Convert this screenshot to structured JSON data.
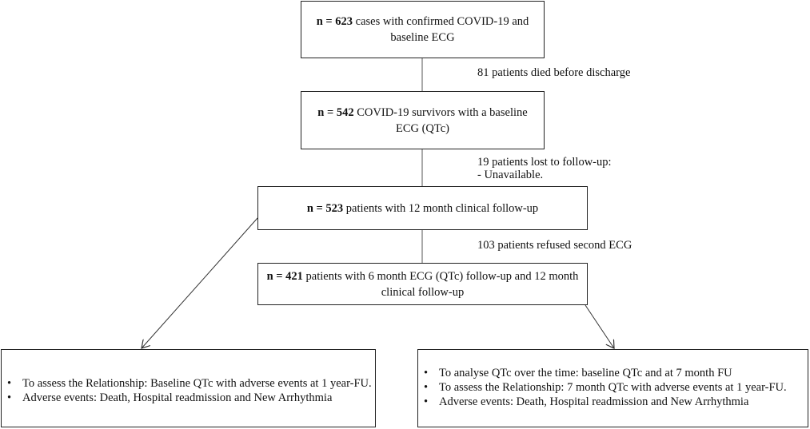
{
  "boxes": [
    {
      "n_label": "n = 623",
      "text": "cases with confirmed COVID-19 and baseline ECG"
    },
    {
      "n_label": "n = 542",
      "text": "COVID-19 survivors with a baseline ECG (QTc)"
    },
    {
      "n_label": "n = 523",
      "text": "patients with 12 month clinical follow-up"
    },
    {
      "n_label": "n = 421",
      "text": "patients with 6 month ECG (QTc) follow-up and 12 month clinical follow-up"
    }
  ],
  "notes": {
    "died": "81 patients died before discharge",
    "lost": "19 patients lost to follow-up:",
    "lost_detail": "-   Unavailable.",
    "refused": "103 patients refused second ECG"
  },
  "left_box": {
    "items": [
      "To assess the Relationship: Baseline QTc with adverse events at 1 year-FU.",
      "Adverse events: Death, Hospital readmission and New Arrhythmia"
    ]
  },
  "right_box": {
    "items": [
      "To analyse QTc over the time: baseline QTc and at 7 month FU",
      "To assess the Relationship: 7 month QTc with adverse events at 1 year-FU.",
      "Adverse events: Death, Hospital readmission and New Arrhythmia"
    ]
  }
}
